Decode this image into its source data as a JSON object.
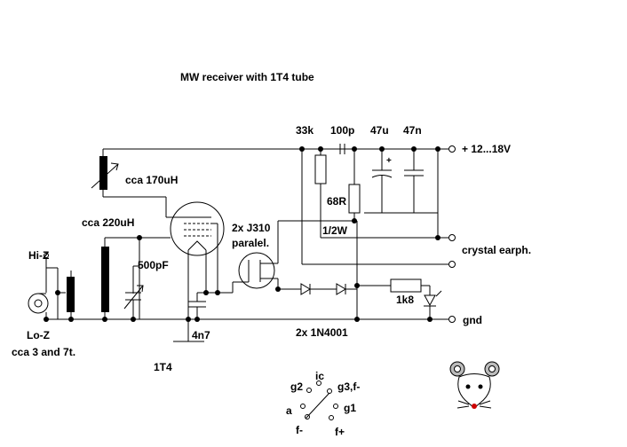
{
  "title": "MW receiver with 1T4 tube",
  "labels": {
    "r33k": "33k",
    "c100p": "100p",
    "c47u": "47u",
    "c47n": "47n",
    "plus_supply": "+ 12...18V",
    "plus_sign": "+",
    "l170": "cca 170uH",
    "l220": "cca 220uH",
    "r68": "68R",
    "half_watt": "1/2W",
    "j310": "2x J310",
    "paralel": "paralel.",
    "crystal": "crystal earph.",
    "c500p": "500pF",
    "hiz": "Hi-Z",
    "loz": "Lo-Z",
    "turns": "cca 3 and 7t.",
    "r1k8": "1k8",
    "gnd": "gnd",
    "c4n7": "4n7",
    "diodes": "2x 1N4001",
    "tube": "1T4",
    "pin_ic": "ic",
    "pin_g2": "g2",
    "pin_g3f": "g3,f-",
    "pin_a": "a",
    "pin_g1": "g1",
    "pin_fm": "f-",
    "pin_fp": "f+"
  },
  "colors": {
    "ink": "#000000",
    "mouse_nose": "#cc0000",
    "mouse_ear": "#bbbbbb"
  }
}
